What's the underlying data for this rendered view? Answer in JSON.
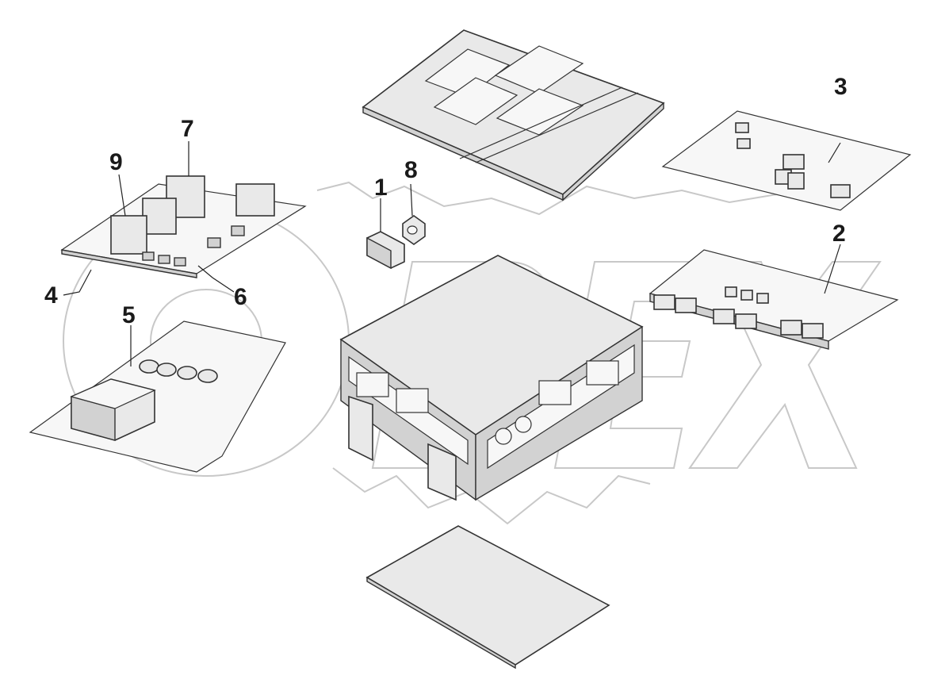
{
  "callouts": [
    {
      "id": "1",
      "label": "1"
    },
    {
      "id": "2",
      "label": "2"
    },
    {
      "id": "3",
      "label": "3"
    },
    {
      "id": "4",
      "label": "4"
    },
    {
      "id": "5",
      "label": "5"
    },
    {
      "id": "6",
      "label": "6"
    },
    {
      "id": "7",
      "label": "7"
    },
    {
      "id": "8",
      "label": "8"
    },
    {
      "id": "9",
      "label": "9"
    }
  ],
  "watermark": {
    "text": "OPEX"
  }
}
